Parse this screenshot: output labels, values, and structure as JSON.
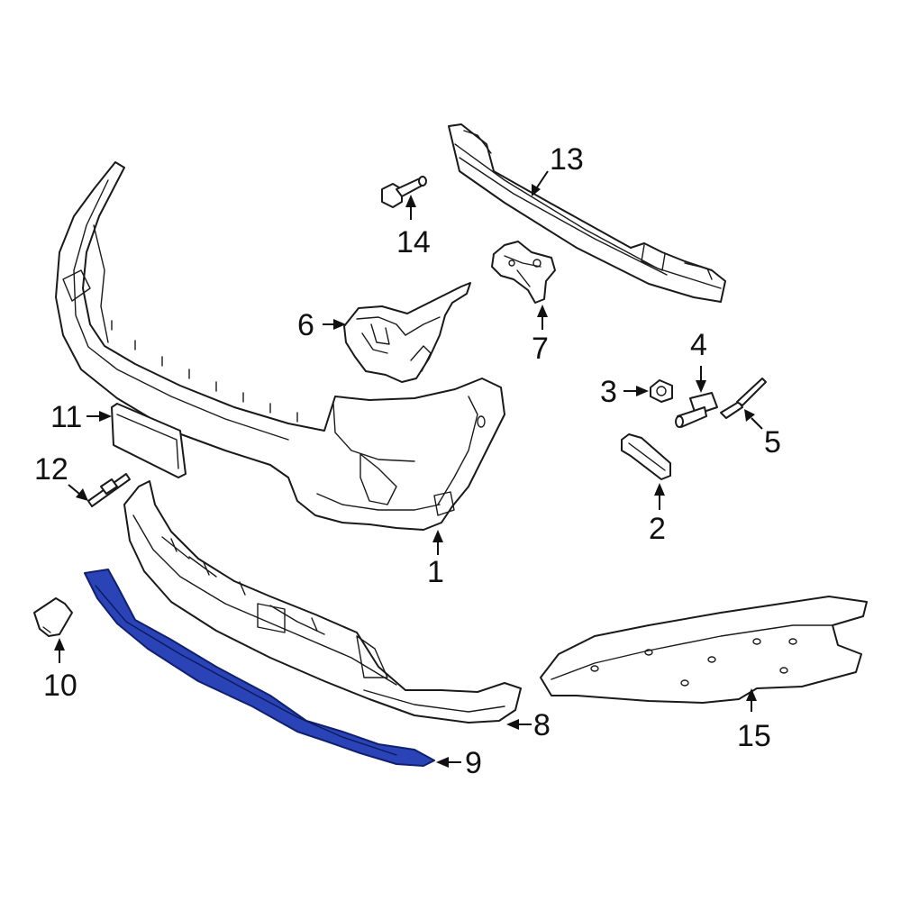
{
  "highlight_color": "#2a44b8",
  "part_outline_color": "#1a1a1a",
  "highlighted_part": "9",
  "callouts": {
    "c1": "1",
    "c2": "2",
    "c3": "3",
    "c4": "4",
    "c5": "5",
    "c6": "6",
    "c7": "7",
    "c8": "8",
    "c9": "9",
    "c10": "10",
    "c11": "11",
    "c12": "12",
    "c13": "13",
    "c14": "14",
    "c15": "15"
  }
}
